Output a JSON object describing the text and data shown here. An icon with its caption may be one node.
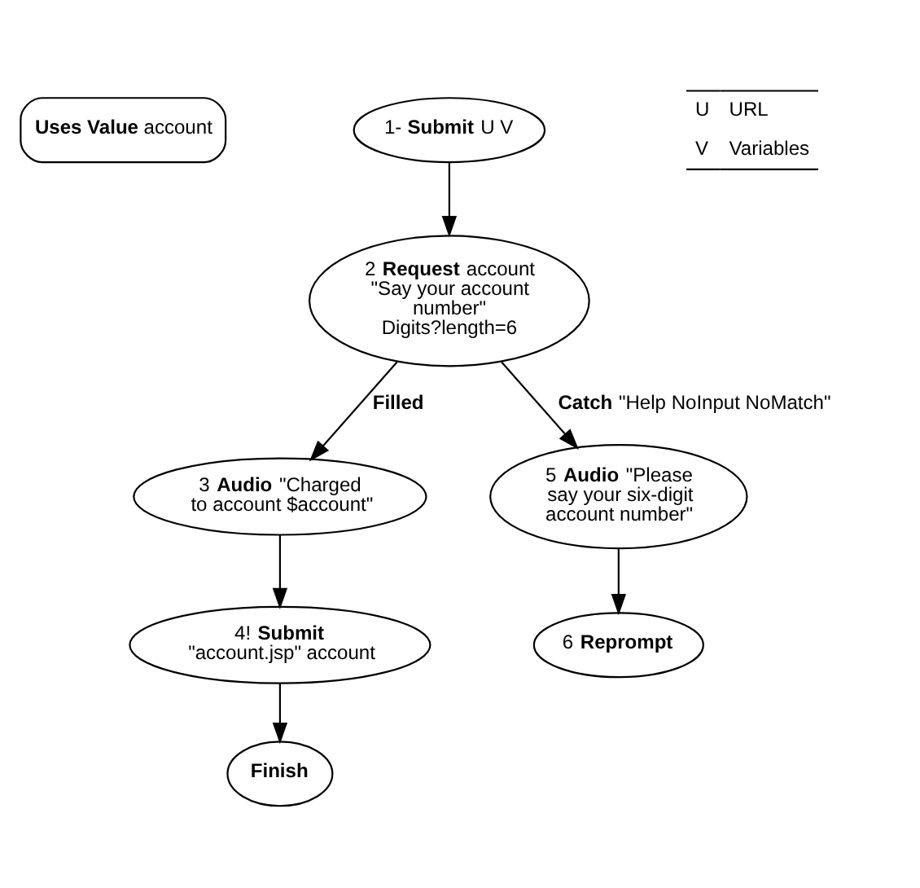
{
  "diagram": {
    "nodes": [
      {
        "text": [
          "**Uses Value** account"
        ]
      },
      {
        "text": [
          "1- **Submit** U V"
        ]
      },
      {
        "text": [
          "2 **Request** account",
          "\"Say your account number\"",
          "Digits?length=6"
        ]
      },
      {
        "text": [
          "3 **Audio** \"Charged to account $account\""
        ]
      },
      {
        "text": [
          "4! **Submit** \"account.jsp\" account"
        ]
      },
      {
        "text": [
          "5 **Audio** \"Please say your six-digit account number\""
        ]
      },
      {
        "text": [
          "6 **Reprompt**"
        ]
      },
      {
        "text": [
          "Finish"
        ]
      }
    ],
    "edges": [
      {
        "from": 1,
        "to": 2,
        "arrow": "to"
      },
      {
        "from": 2,
        "to": 3,
        "arrow": "to",
        "label": "Filled"
      },
      {
        "from": 2,
        "to": 5,
        "arrow": "to",
        "label": "**Catch** \"Help NoInput NoMatch\""
      },
      {
        "from": 3,
        "to": 4,
        "arrow": "to"
      },
      {
        "from": 5,
        "to": 6,
        "arrow": "to"
      },
      {
        "from": 4,
        "to": 7,
        "arrow": "to"
      }
    ],
    "labels": [
      "U",
      "URL",
      "V",
      "Variables"
    ]
  }
}
